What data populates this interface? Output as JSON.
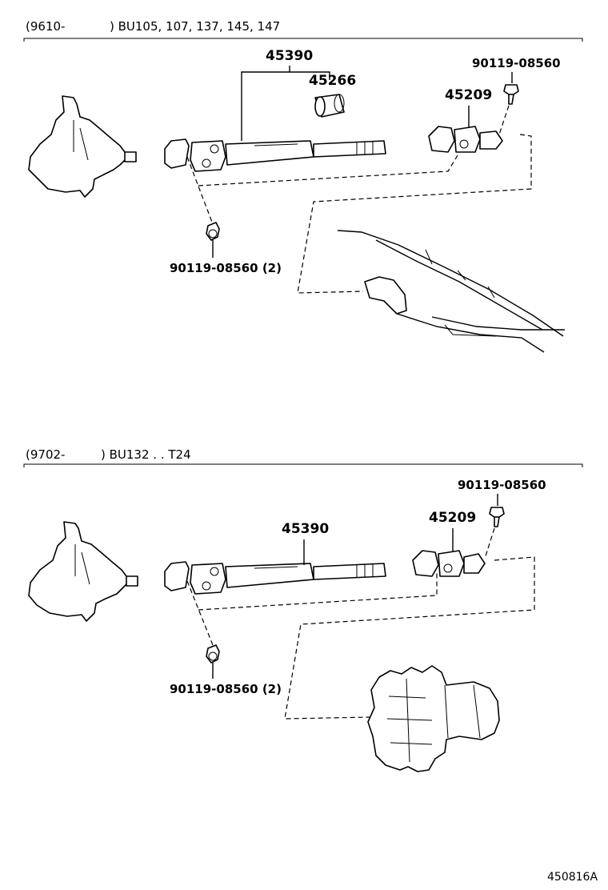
{
  "sections": [
    {
      "header_code": "(9610-",
      "header_models": ") BU105, 107, 137, 145, 147",
      "labels": {
        "shaft": "45390",
        "sleeve": "45266",
        "joint": "45209",
        "bolt_upper": "90119-08560",
        "bolt_lower": "90119-08560 (2)"
      }
    },
    {
      "header_code": "(9702-",
      "header_models": ") BU132 . . T24",
      "labels": {
        "shaft": "45390",
        "joint": "45209",
        "bolt_upper": "90119-08560",
        "bolt_lower": "90119-08560 (2)"
      }
    }
  ],
  "figure_code": "450816A"
}
